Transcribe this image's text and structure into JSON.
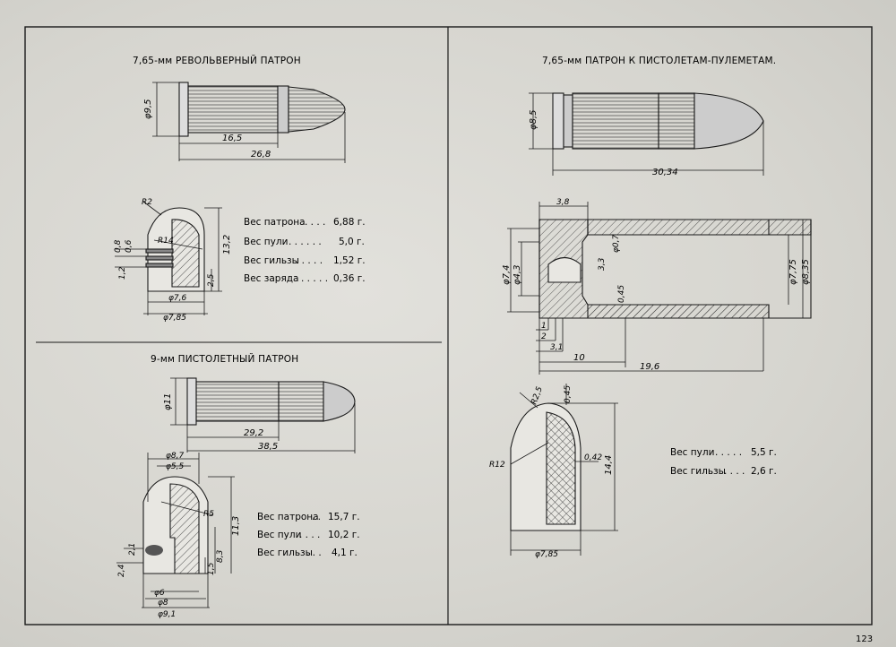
{
  "page_number": "123",
  "sections": {
    "revolver": {
      "title": "7,65-мм РЕВОЛЬВЕРНЫЙ ПАТРОН",
      "dims": {
        "diam": "φ9,5",
        "len_case": "16,5",
        "len_total": "26,8",
        "r": "R2",
        "r2": "R14",
        "h": "13,2",
        "a": "0,8",
        "b": "0,6",
        "c": "1,2",
        "d": "2,5",
        "e": "φ7,6",
        "f": "φ7,85"
      },
      "specs": [
        {
          "label": "Вес патрона",
          "value": "6,88 г."
        },
        {
          "label": "Вес пули",
          "value": "5,0 г."
        },
        {
          "label": "Вес гильзы",
          "value": "1,52 г."
        },
        {
          "label": "Вес заряда",
          "value": "0,36 г."
        }
      ]
    },
    "pistol9": {
      "title": "9-мм ПИСТОЛЕТНЫЙ ПАТРОН",
      "dims": {
        "diam": "φ11",
        "len_case": "29,2",
        "len_total": "38,5",
        "a": "φ8,7",
        "b": "φ5,5",
        "r": "R5",
        "h": "11,3",
        "c": "8,3",
        "d": "1,5",
        "e": "2,4",
        "f": "2,1",
        "g": "φ6",
        "h2": "φ8",
        "i": "φ9,1"
      },
      "specs": [
        {
          "label": "Вес патрона",
          "value": "15,7 г."
        },
        {
          "label": "Вес пули",
          "value": "10,2 г."
        },
        {
          "label": "Вес гильзы",
          "value": "4,1 г."
        }
      ]
    },
    "smg": {
      "title": "7,65-мм ПАТРОН К ПИСТОЛЕТАМ-ПУЛЕМЕТАМ.",
      "dims": {
        "diam": "φ8,5",
        "len_total": "30,34",
        "top": "3,8",
        "a": "φ7,4",
        "b": "φ4,3",
        "c": "φ0,7",
        "d": "3,3",
        "e": "0,45",
        "f": "φ7,75",
        "g": "φ8,35",
        "h": "1",
        "i": "2",
        "j": "3,1",
        "k": "10",
        "l": "19,6",
        "r1": "R2,5",
        "r2": "R12",
        "m": "0,45",
        "n": "0,42",
        "o": "14,4",
        "p": "φ7,85"
      },
      "specs": [
        {
          "label": "Вес пули",
          "value": "5,5 г."
        },
        {
          "label": "Вес гильзы",
          "value": "2,6 г."
        }
      ]
    }
  }
}
